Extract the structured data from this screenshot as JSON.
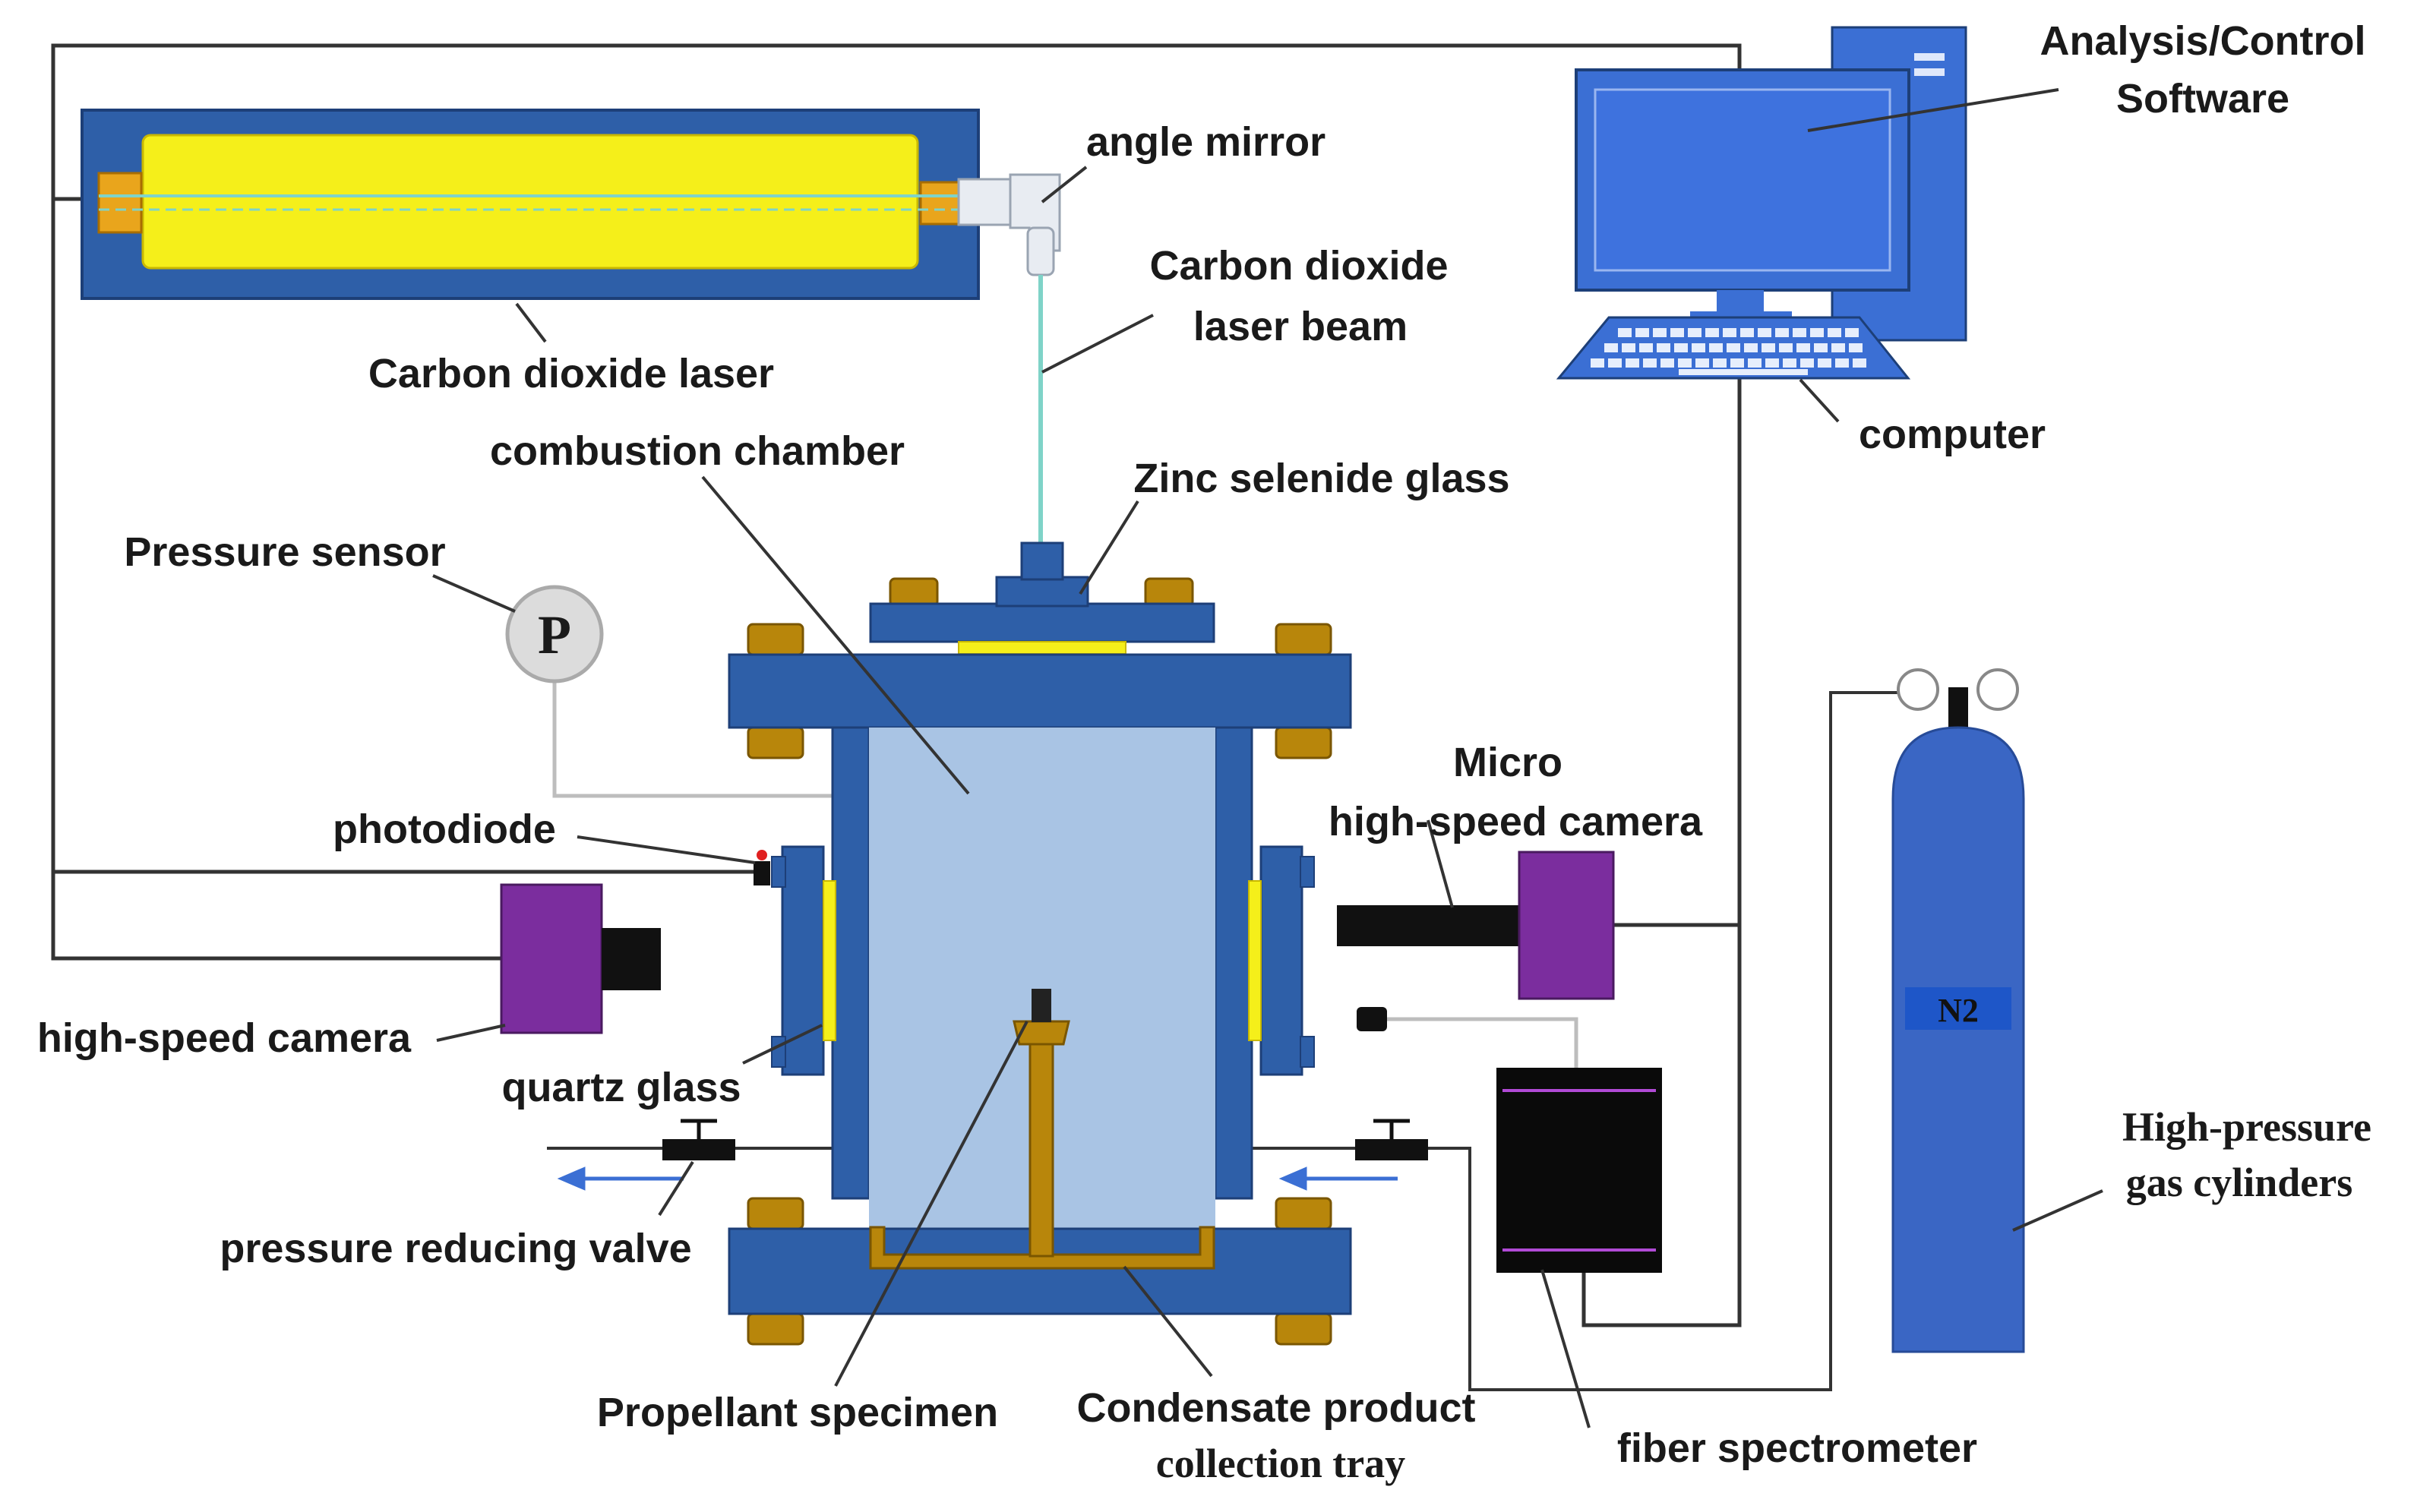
{
  "labels": {
    "analysis_control_line1": "Analysis/Control",
    "analysis_control_line2": "Software",
    "angle_mirror": "angle mirror",
    "co2_beam_line1": "Carbon dioxide",
    "co2_beam_line2": "laser beam",
    "co2_laser": "Carbon dioxide laser",
    "computer": "computer",
    "combustion_chamber": "combustion chamber",
    "zinc_selenide_glass": "Zinc selenide glass",
    "pressure_sensor": "Pressure sensor",
    "pressure_symbol": "P",
    "photodiode": "photodiode",
    "micro_camera_line1": "Micro",
    "micro_camera_line2": "high-speed camera",
    "high_speed_camera": "high-speed camera",
    "quartz_glass": "quartz glass",
    "pressure_reducing_valve": "pressure reducing valve",
    "propellant_specimen": "Propellant specimen",
    "condensate_line1": "Condensate product",
    "condensate_line2": "collection tray",
    "fiber_spectrometer": "fiber spectrometer",
    "n2": "N2",
    "gas_cylinders_line1": "High-pressure",
    "gas_cylinders_line2": "gas cylinders"
  },
  "colors": {
    "steel_blue": "#2e5fa8",
    "chamber_fill": "#a9c4e4",
    "laser_yellow": "#f5ef1a",
    "bolt_gold": "#b8860b",
    "camera_purple": "#7b2d9e",
    "beam_cyan": "#7fd3c8",
    "cylinder_blue": "#3a66c4",
    "wire": "#333333"
  }
}
